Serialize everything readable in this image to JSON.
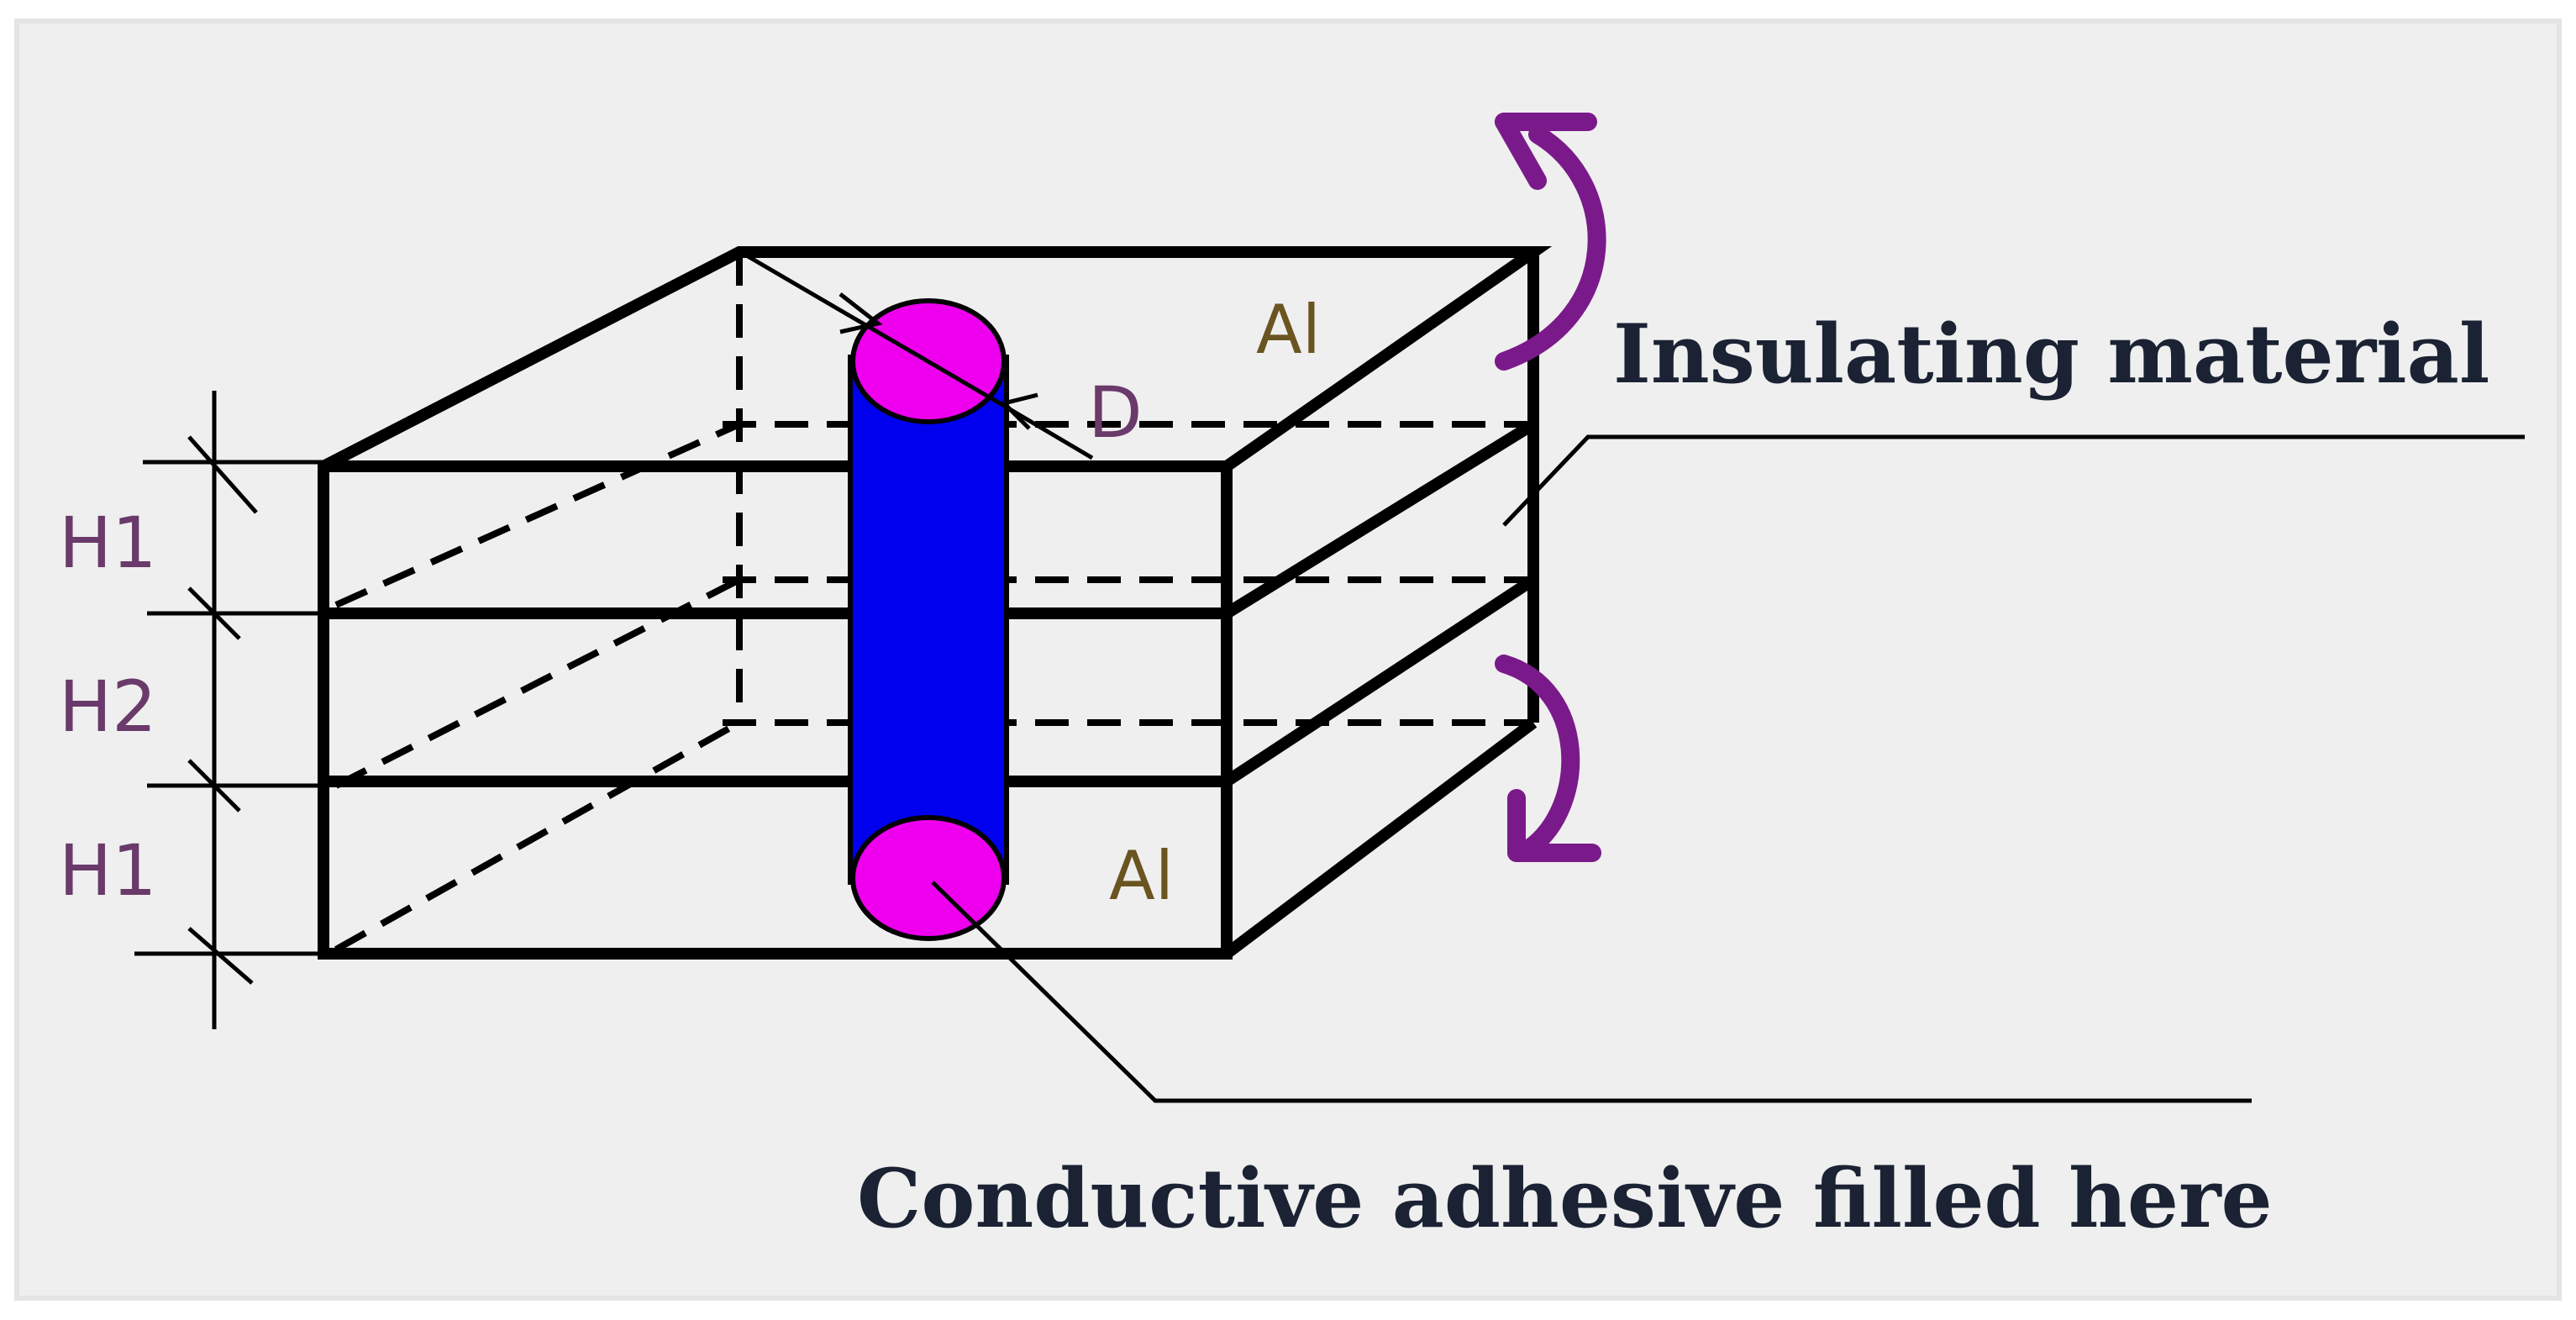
{
  "dimensions": {
    "h1_top": "H1",
    "h2": "H2",
    "h1_bottom": "H1",
    "diameter": "D"
  },
  "materials": {
    "top_layer": "Al",
    "bottom_layer": "Al"
  },
  "labels": {
    "insulating": "Insulating material",
    "conductive": "Conductive adhesive filled here"
  },
  "colors": {
    "background": "#efefef",
    "border": "#e6e6e6",
    "frame": "#000000",
    "via_fill": "#0000ee",
    "via_cap": "#ee00ee",
    "arrow": "#7a1a8a"
  }
}
